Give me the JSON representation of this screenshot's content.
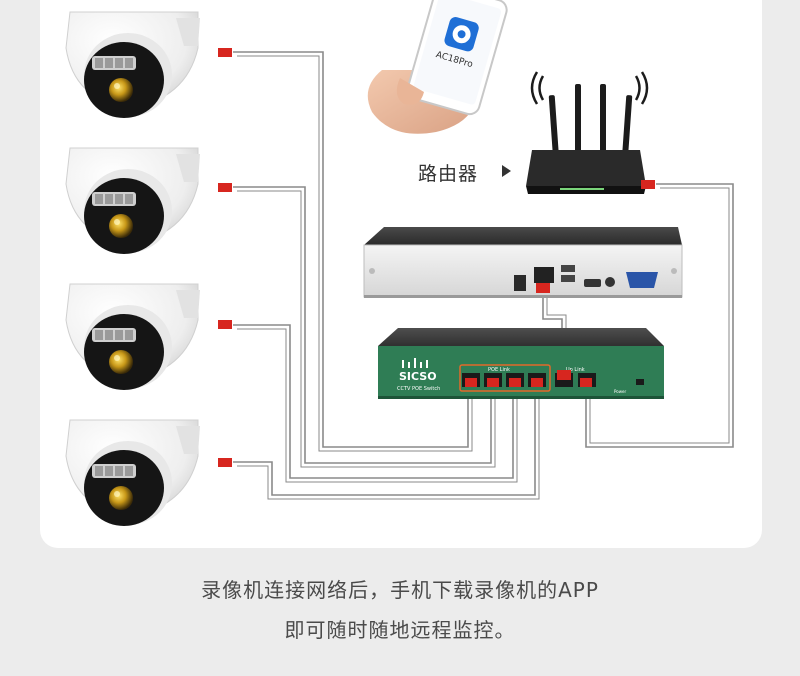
{
  "router_label": "路由器",
  "phone_app_name": "AC18Pro",
  "switch_brand": "SICSO",
  "switch_subtitle": "CCTV POE Switch",
  "switch_poe_label": "POE Link",
  "switch_uplink_label": "Up Link",
  "switch_power_label": "Power",
  "caption": {
    "line1": "录像机连接网络后，手机下载录像机的APP",
    "line2": "即可随时随地远程监控。"
  },
  "colors": {
    "connector_red": "#d7261f",
    "switch_green": "#2f7d55",
    "poe_orange": "#e36a2a",
    "wire_gray": "#8a8a8a",
    "caption_text": "#4a4a4a"
  },
  "icons": [
    "dome-camera-icon",
    "smartphone-icon",
    "wifi-router-icon",
    "nvr-recorder-icon",
    "poe-switch-icon",
    "arrow-right-icon"
  ]
}
